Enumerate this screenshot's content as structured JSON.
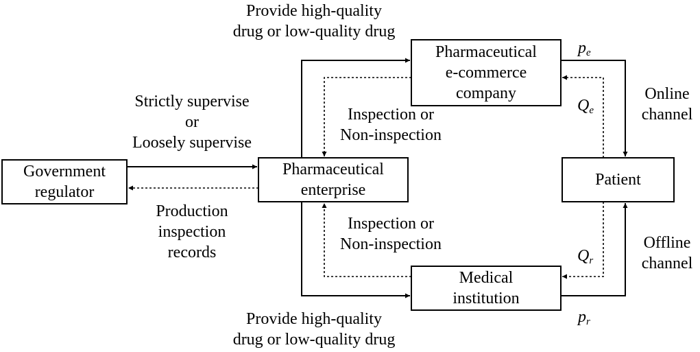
{
  "nodes": {
    "government": [
      "Government",
      "regulator"
    ],
    "enterprise": [
      "Pharmaceutical",
      "enterprise"
    ],
    "ecommerce": [
      "Pharmaceutical",
      "e-commerce",
      "company"
    ],
    "patient": [
      "Patient"
    ],
    "medical": [
      "Medical",
      "institution"
    ]
  },
  "labels": {
    "provide_top": [
      "Provide high-quality",
      "drug or low-quality drug"
    ],
    "supervise": [
      "Strictly supervise",
      "or",
      "Loosely supervise"
    ],
    "inspect_top": [
      "Inspection or",
      "Non-inspection"
    ],
    "records": [
      "Production",
      "inspection",
      "records"
    ],
    "inspect_bottom": [
      "Inspection or",
      "Non-inspection"
    ],
    "provide_bottom": [
      "Provide high-quality",
      "drug or low-quality drug"
    ],
    "online": [
      "Online",
      "channel"
    ],
    "offline": [
      "Offline",
      "channel"
    ]
  },
  "variables": {
    "pe": {
      "base": "p",
      "sub": "e"
    },
    "qe": {
      "base": "Q",
      "sub": "e"
    },
    "qr": {
      "base": "Q",
      "sub": "r"
    },
    "pr": {
      "base": "p",
      "sub": "r"
    }
  },
  "colors": {
    "line": "#000000",
    "background": "#ffffff"
  }
}
